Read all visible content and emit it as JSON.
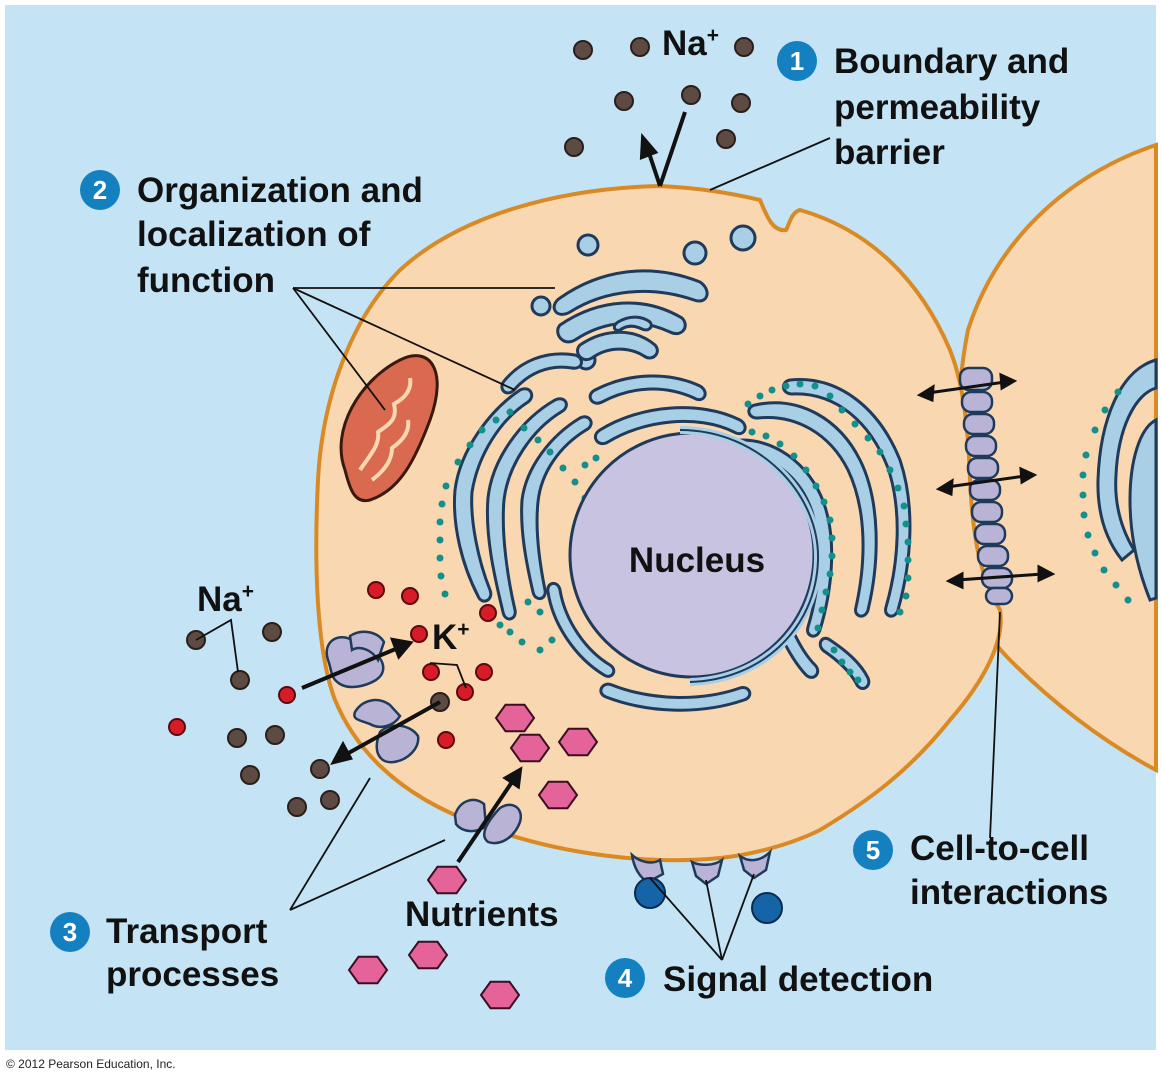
{
  "colors": {
    "background": "#c4e4f6",
    "cytoplasm": "#f9d7b0",
    "membrane": "#d98a25",
    "organelle": "#a9cfe6",
    "organelle_outline": "#1f3a5a",
    "ribosome": "#138f8c",
    "nucleus": "#c8c3e1",
    "mitochondrion": "#d96a4f",
    "sodium_ion": "#5d4a42",
    "potassium_ion": "#d71c28",
    "nutrient": "#e4649a",
    "protein": "#b9b4d6",
    "signal_molecule": "#1564a8",
    "badge": "#1480c0"
  },
  "labels": {
    "boundary": {
      "number": "1",
      "lines": [
        "Boundary and",
        "permeability",
        "barrier"
      ]
    },
    "organization": {
      "number": "2",
      "lines": [
        "Organization and",
        "localization of",
        "function"
      ]
    },
    "transport": {
      "number": "3",
      "lines": [
        "Transport",
        "processes"
      ]
    },
    "signal": {
      "number": "4",
      "lines": [
        "Signal detection"
      ]
    },
    "cell_to_cell": {
      "number": "5",
      "lines": [
        "Cell-to-cell",
        "interactions"
      ]
    }
  },
  "ions": {
    "sodium_top": {
      "symbol": "Na",
      "charge": "+"
    },
    "sodium_left": {
      "symbol": "Na",
      "charge": "+"
    },
    "potassium": {
      "symbol": "K",
      "charge": "+"
    }
  },
  "nucleus_label": "Nucleus",
  "nutrients_label": "Nutrients",
  "copyright": "© 2012 Pearson Education, Inc."
}
